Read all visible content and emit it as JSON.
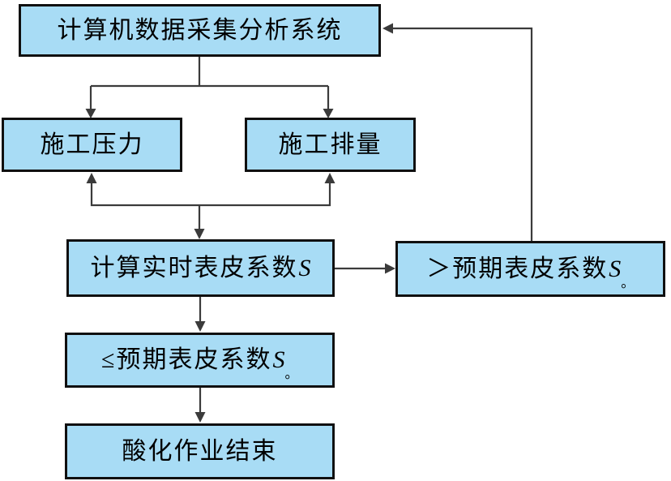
{
  "diagram": {
    "type": "flowchart",
    "nodes": {
      "system": {
        "label": "计算机数据采集分析系统"
      },
      "pressure": {
        "label": "施工压力"
      },
      "rate": {
        "label": "施工排量"
      },
      "calc": {
        "label": "计算实时表皮系数",
        "var": "S"
      },
      "above": {
        "label": "＞预期表皮系数",
        "var": "S",
        "sub": "。"
      },
      "below": {
        "label": "≤预期表皮系数",
        "var": "S",
        "sub": "。"
      },
      "end": {
        "label": "酸化作业结束"
      }
    },
    "edges": [
      {
        "from": "system",
        "to": "pressure",
        "arrow": "down"
      },
      {
        "from": "system",
        "to": "rate",
        "arrow": "down"
      },
      {
        "from": "junction",
        "to": "pressure",
        "arrow": "up"
      },
      {
        "from": "junction",
        "to": "rate",
        "arrow": "up"
      },
      {
        "from": "junction",
        "to": "calc",
        "arrow": "down"
      },
      {
        "from": "calc",
        "to": "above",
        "arrow": "right"
      },
      {
        "from": "above",
        "to": "system",
        "arrow": "left"
      },
      {
        "from": "calc",
        "to": "below",
        "arrow": "down"
      },
      {
        "from": "below",
        "to": "end",
        "arrow": "down"
      }
    ],
    "theme": {
      "box_fill": "#A8DCF5",
      "box_border": "#101010",
      "line_color": "#3B3B3B",
      "text_color": "#000000",
      "background": "#FFFFFF"
    }
  }
}
